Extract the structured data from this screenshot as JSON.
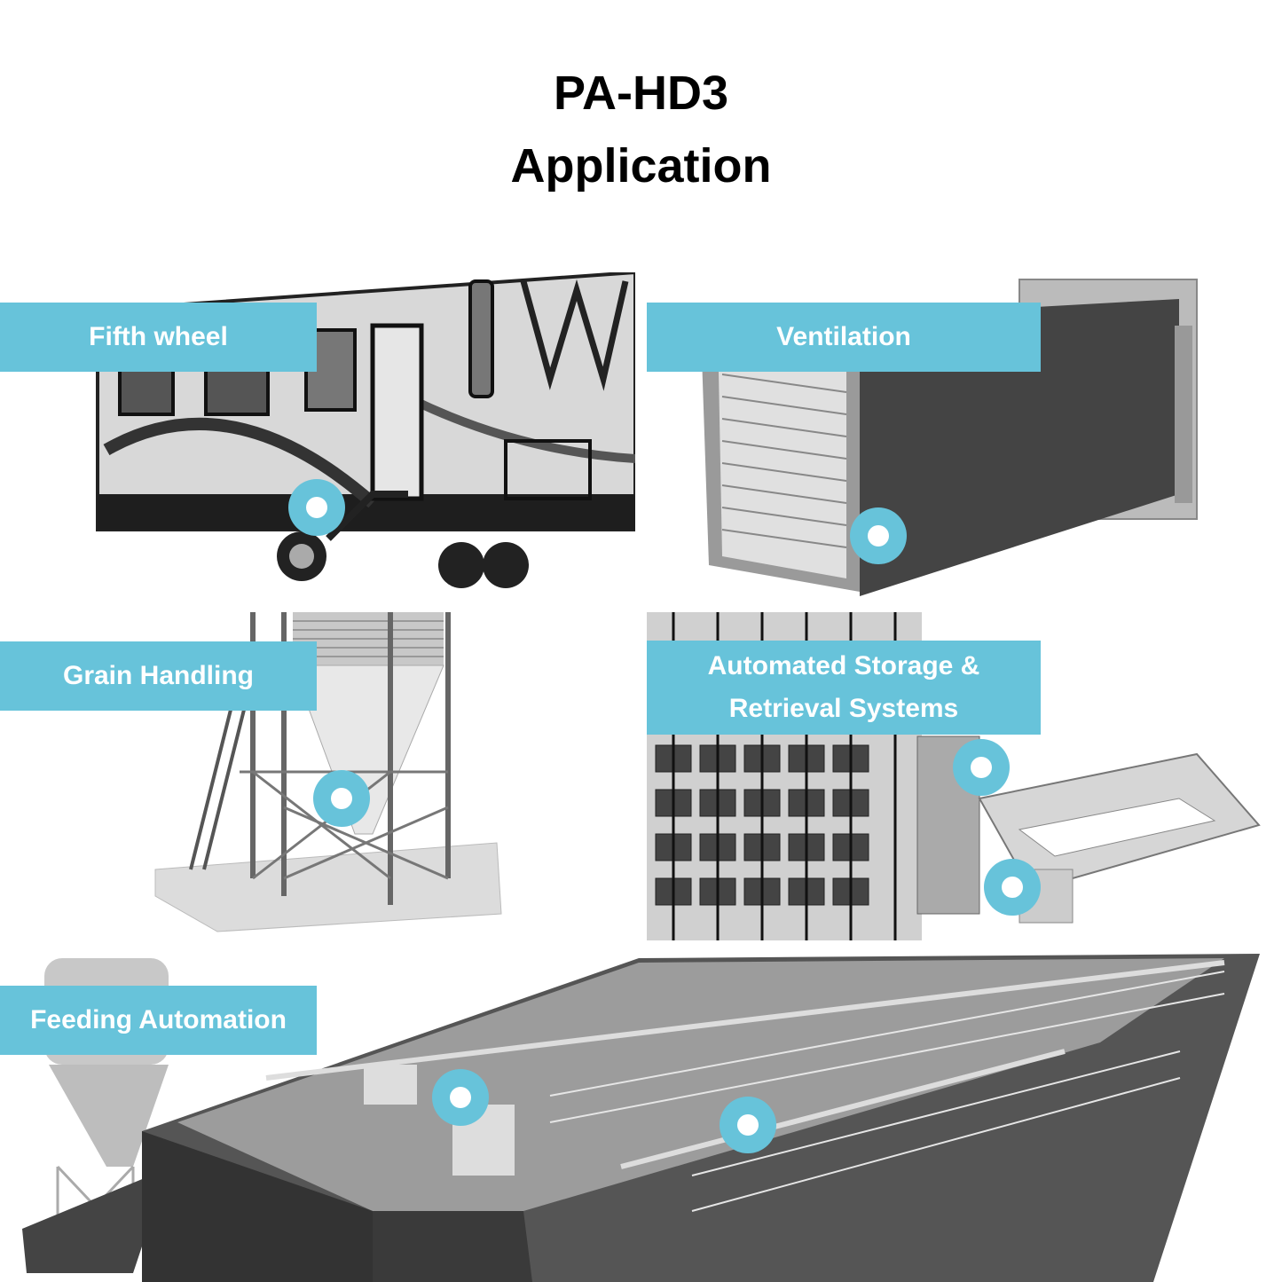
{
  "header": {
    "title_line1": "PA-HD3",
    "title_line2": "Application"
  },
  "accent_color": "#67c3da",
  "applications": [
    {
      "label": "Fifth wheel",
      "image": "rv-fifth-wheel-trailer",
      "markers": 1
    },
    {
      "label": "Ventilation",
      "image": "ventilation-louver-duct",
      "markers": 1
    },
    {
      "label": "Grain Handling",
      "image": "grain-silo-hopper",
      "markers": 1
    },
    {
      "label_line1": "Automated Storage &",
      "label_line2": "Retrieval Systems",
      "image": "asrs-racking-conveyor",
      "markers": 2
    },
    {
      "label": "Feeding Automation",
      "image": "livestock-barn-feeding-line",
      "markers": 2
    }
  ]
}
